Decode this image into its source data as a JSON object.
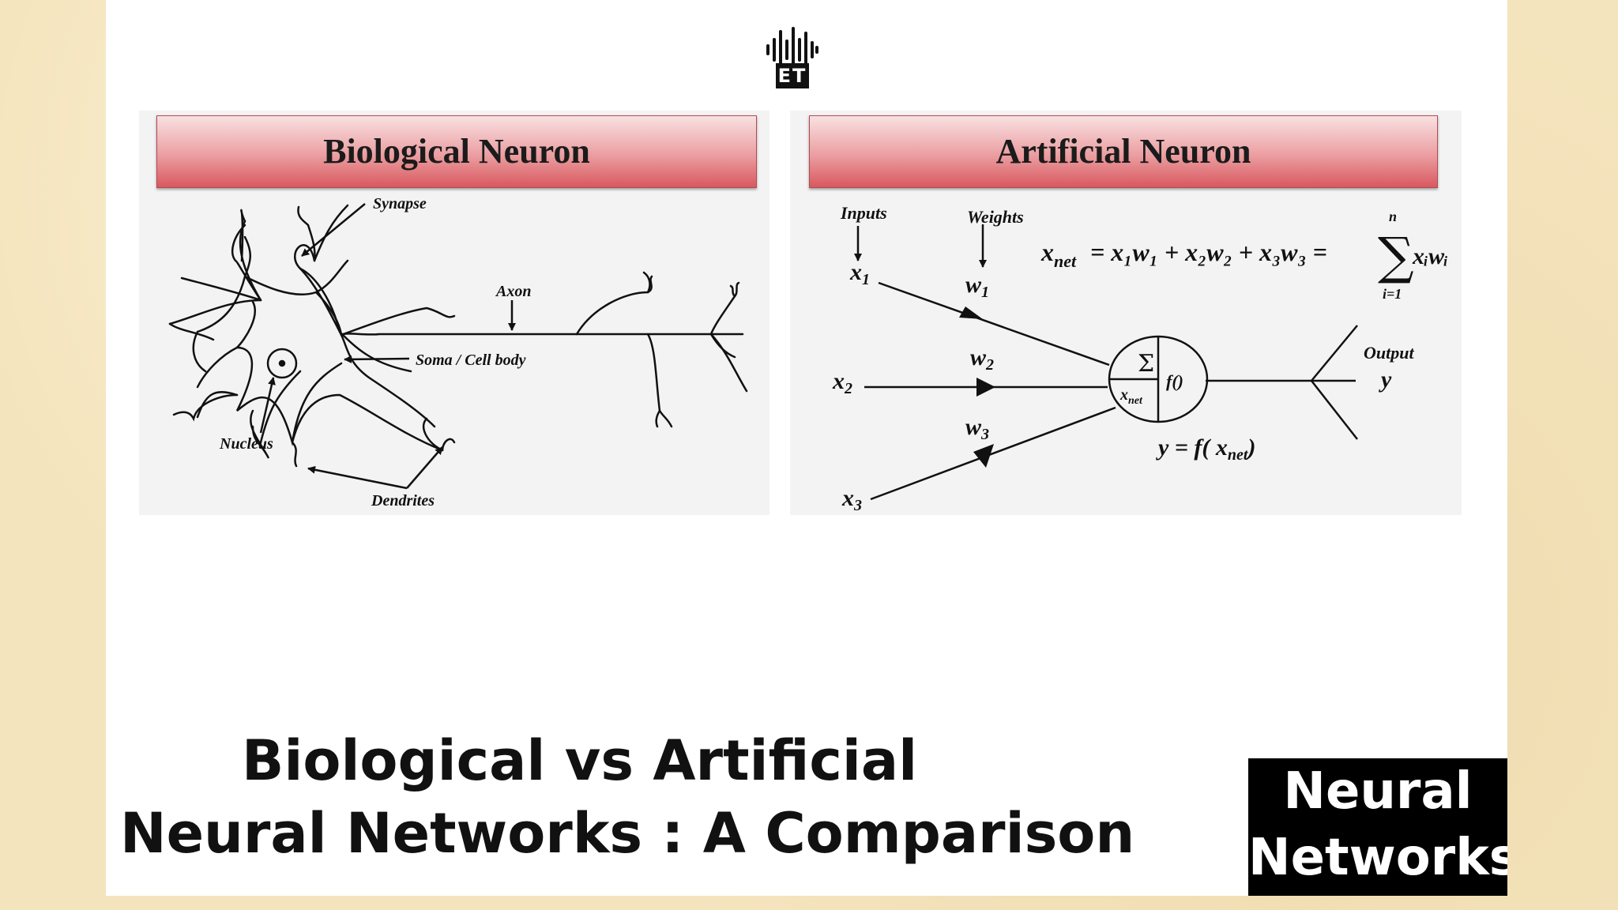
{
  "logo": {
    "text": "ET"
  },
  "left_panel": {
    "title": "Biological Neuron",
    "labels": {
      "synapse": "Synapse",
      "axon": "Axon",
      "soma": "Soma / Cell body",
      "nucleus": "Nucleus",
      "dendrites": "Dendrites"
    }
  },
  "right_panel": {
    "title": "Artificial Neuron",
    "labels": {
      "inputs": "Inputs",
      "weights": "Weights",
      "output": "Output",
      "x1": "x",
      "x1_sub": "1",
      "x2": "x",
      "x2_sub": "2",
      "x3": "x",
      "x3_sub": "3",
      "w1": "w",
      "w1_sub": "1",
      "w2": "w",
      "w2_sub": "2",
      "w3": "w",
      "w3_sub": "3",
      "y": "y",
      "sigma": "Σ",
      "f": "f()",
      "xnet": "x",
      "xnet_sub": "net",
      "formula_main": "= x₁w₁ + x₂w₂ + x₃w₃ =",
      "sum_top": "n",
      "sum_bottom": "i=1",
      "sum_term": "xᵢwᵢ",
      "output_formula": "y = f( x",
      "output_formula_sub": "net",
      "output_formula_end": ")"
    }
  },
  "title": {
    "line1": "Biological vs Artificial",
    "line2": "Neural Networks : A Comparison"
  },
  "badge": {
    "line1": "Neural",
    "line2": "Networks"
  }
}
